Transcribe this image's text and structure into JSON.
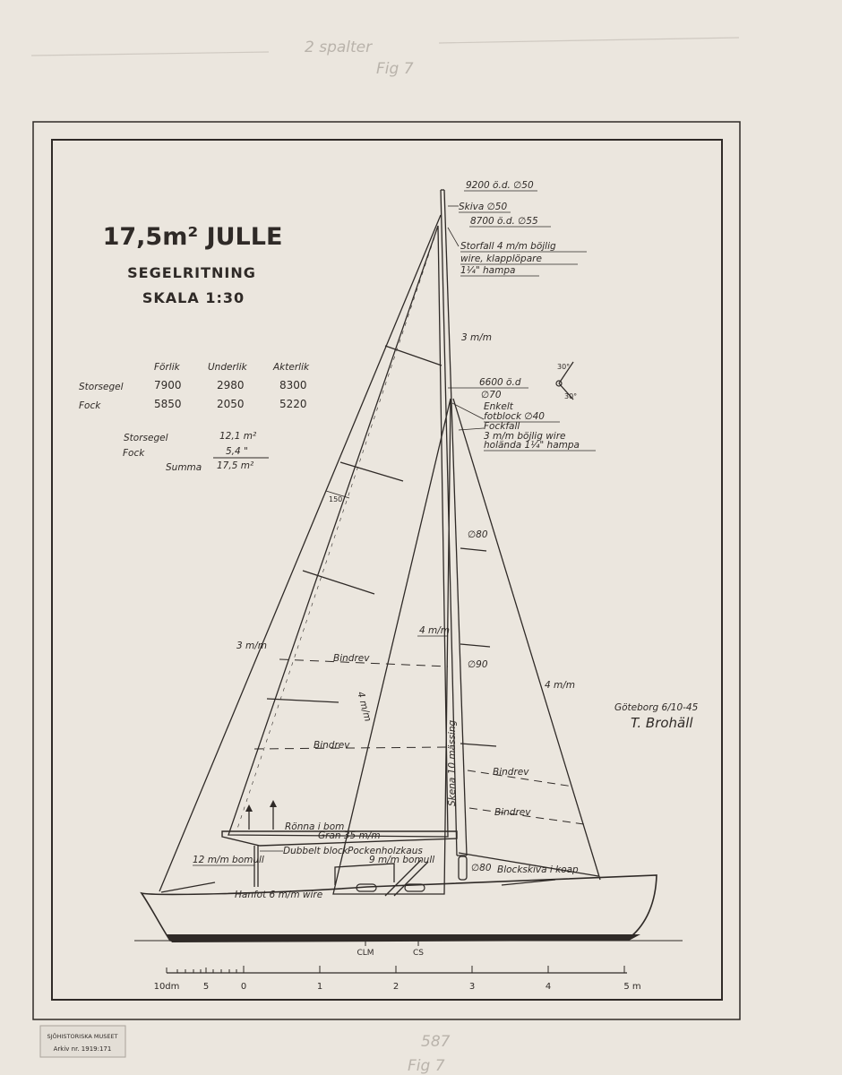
{
  "pencil_notes": {
    "top_line1": "2 spalter",
    "top_line2": "Fig 7",
    "bottom_line1": "587",
    "bottom_line2": "Fig 7"
  },
  "title": {
    "line1": "17,5m² JULLE",
    "line2": "SEGELRITNING",
    "line3": "SKALA 1:30"
  },
  "sail_table": {
    "headers": [
      "Förlik",
      "Underlik",
      "Akterlik"
    ],
    "rows": [
      {
        "name": "Storsegel",
        "values": [
          "7900",
          "2980",
          "8300"
        ]
      },
      {
        "name": "Fock",
        "values": [
          "5850",
          "2050",
          "5220"
        ]
      }
    ]
  },
  "areas": [
    {
      "name": "Storsegel",
      "value": "12,1 m²"
    },
    {
      "name": "Fock",
      "value": "5,4 \""
    },
    {
      "name": "Summa",
      "value": "17,5 m²"
    }
  ],
  "annotations": {
    "masthead": "9200 ö.d. ∅50",
    "skiva": "Skiva ∅50",
    "upper_mast": "8700 ö.d. ∅55",
    "storfall": [
      "Storfall 4 m/m böjlig",
      "wire, klapplöpare",
      "1¼\" hampa"
    ],
    "three_mm": "3 m/m",
    "mid_mast": "6600 ö.d",
    "phi70": "∅70",
    "block": [
      "Enkelt",
      "fotblock ∅40"
    ],
    "fockfall": [
      "Fockfall",
      "3 m/m böjlig wire",
      "holända 1¼\" hampa"
    ],
    "phi80_upper": "∅80",
    "four_mm_mast": "4 m/m",
    "phi90": "∅90",
    "forestay": "4 m/m",
    "shroud": "3 m/m",
    "fourmm_mid": "4 m/m",
    "bindrev_main1": "Bindrev",
    "bindrev_main2": "Bindrev",
    "bindrev_jib1": "Bindrev",
    "bindrev_jib2": "Bindrev",
    "skena": "Skena 10 mässing",
    "ronna": "Rönna i bom",
    "gran": "Gran 35 m/m",
    "dubbelt": "Dubbelt block",
    "pockenholz": "Pockenholzkaus",
    "bomull_9": "9 m/m bomull",
    "bomull_12": "12 m/m bomull",
    "hanfot": "Hanfot 6 m/m wire",
    "phi80_lower": "∅80",
    "blockskiva": "Blockskiva i koap",
    "batten_len": "150",
    "clm": "CLM",
    "cs": "CS",
    "wind_a": "30°",
    "wind_b": "30°"
  },
  "signature": {
    "place_date": "Göteborg 6/10-45",
    "name": "T. Brohäll"
  },
  "scale_bar": {
    "labels": [
      "10dm",
      "5",
      "0",
      "1",
      "2",
      "3",
      "4",
      "5 m"
    ]
  },
  "stamp": {
    "line1": "SJÖHISTORISKA MUSEET",
    "line2": "Arkiv nr. 1919:171"
  }
}
